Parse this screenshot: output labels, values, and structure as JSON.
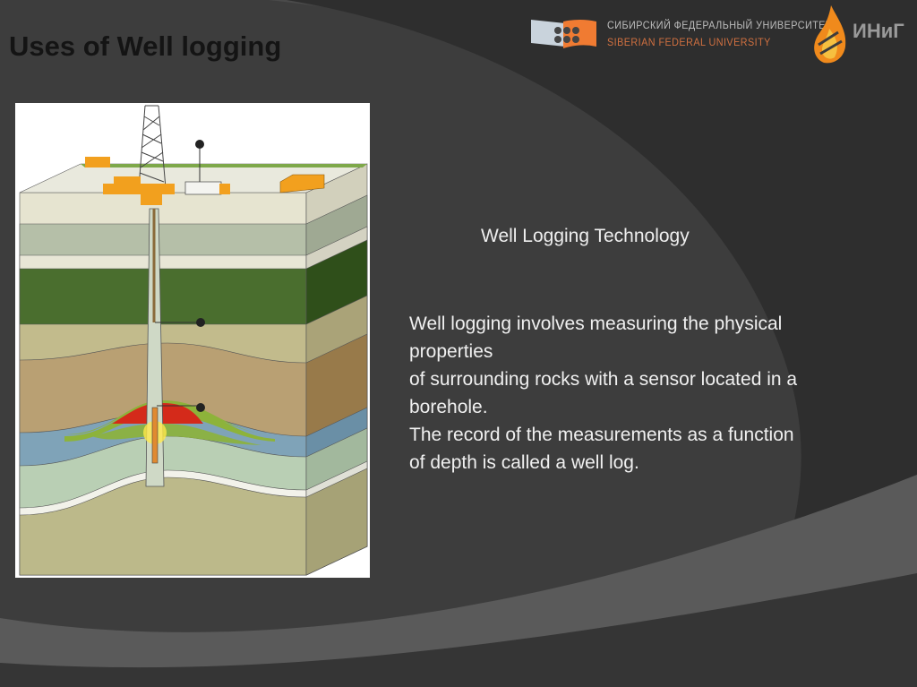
{
  "slide": {
    "title": "Uses of Well logging",
    "subheading": "Well Logging Technology",
    "body_lines": [
      "Well logging involves measuring the physical",
      "properties",
      "of surrounding rocks with a sensor located in a",
      "borehole.",
      "The record of the measurements as a function",
      "of depth is called a well log."
    ]
  },
  "header": {
    "university_name_ru": "СИБИРСКИЙ ФЕДЕРАЛЬНЫЙ УНИВЕРСИТЕТ",
    "university_name_en": "SIBERIAN FEDERAL UNIVERSITY",
    "institute_logo_text": "ИНиГ"
  },
  "figure": {
    "icon": "well-logging-cross-section-illustration"
  },
  "colors": {
    "accent": "#f08a3c",
    "background": "#3b3b3b",
    "text": "#f0f0f0"
  }
}
